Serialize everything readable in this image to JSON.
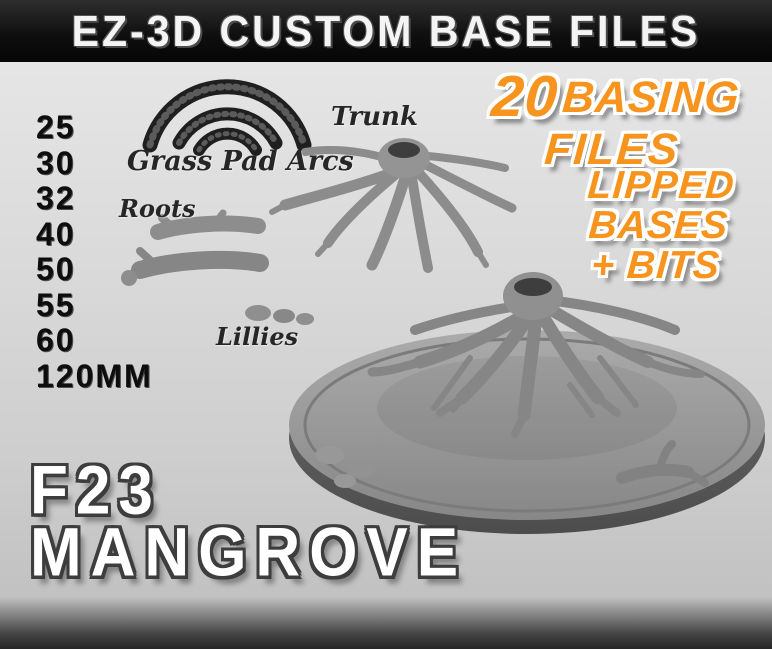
{
  "banner": {
    "title": "EZ-3D CUSTOM BASE FILES"
  },
  "sizes": {
    "items": [
      "25",
      "30",
      "32",
      "40",
      "50",
      "55",
      "60",
      "120MM"
    ]
  },
  "part_labels": {
    "grass_pad_arcs": "Grass Pad Arcs",
    "trunk": "Trunk",
    "roots": "Roots",
    "lillies": "Lillies"
  },
  "badges": {
    "basing_count": "20",
    "basing_word": "BASING",
    "basing_files": "FILES",
    "lipped_line1": "LIPPED",
    "lipped_line2": "BASES",
    "lipped_line3": "+ BITS"
  },
  "product": {
    "code": "F23",
    "name": "MANGROVE"
  },
  "colors": {
    "accent_orange": "#F7941E",
    "banner_background": "#101010",
    "title_text": "#F4F4F4",
    "size_text": "#0D0D0D",
    "render_gray": "#8C8C8C",
    "page_background": "#D6D6D6"
  }
}
